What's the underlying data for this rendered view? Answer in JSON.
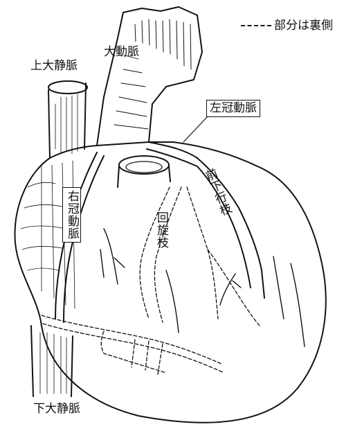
{
  "legend": {
    "text": "部分は裏側"
  },
  "labels": {
    "aorta": "大動脈",
    "svc": "上大静脈",
    "ivc": "下大静脈",
    "lca": "左冠動脈",
    "rca": "右冠動脈",
    "circumflex": "回旋枝",
    "lad": "前下行枝"
  },
  "colors": {
    "ink": "#111111",
    "paper": "#ffffff"
  }
}
